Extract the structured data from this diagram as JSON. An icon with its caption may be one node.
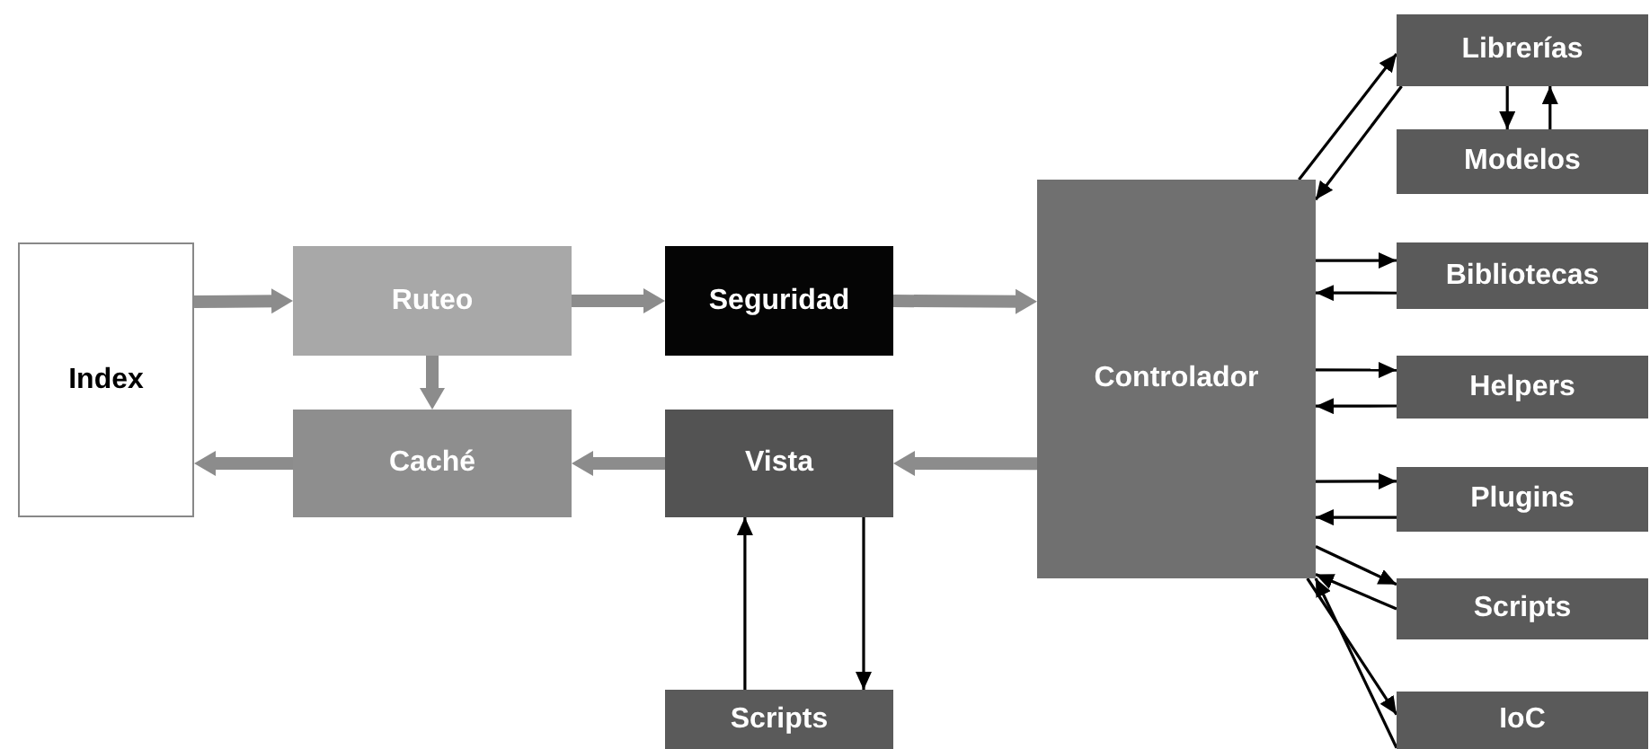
{
  "diagram": {
    "nodes": [
      {
        "text": [
          "Index"
        ]
      },
      {
        "text": [
          "Ruteo"
        ]
      },
      {
        "text": [
          "Seguridad"
        ]
      },
      {
        "text": [
          "Caché"
        ]
      },
      {
        "text": [
          "Vista"
        ]
      },
      {
        "text": [
          "Controlador"
        ]
      },
      {
        "text": [
          "Librerías"
        ]
      },
      {
        "text": [
          "Modelos"
        ]
      },
      {
        "text": [
          "Bibliotecas"
        ]
      },
      {
        "text": [
          "Helpers"
        ]
      },
      {
        "text": [
          "Plugins"
        ]
      },
      {
        "text": [
          "Scripts"
        ]
      },
      {
        "text": [
          "IoC"
        ]
      },
      {
        "text": [
          "Scripts"
        ]
      }
    ],
    "edges": [
      {
        "from": 0,
        "to": 1,
        "arrow": "to",
        "style": "thick",
        "color": "#8c8c8c"
      },
      {
        "from": 1,
        "to": 2,
        "arrow": "to",
        "style": "thick",
        "color": "#8c8c8c"
      },
      {
        "from": 2,
        "to": 5,
        "arrow": "to",
        "style": "thick",
        "color": "#8c8c8c"
      },
      {
        "from": 1,
        "to": 3,
        "arrow": "to",
        "style": "thick",
        "color": "#8c8c8c"
      },
      {
        "from": 5,
        "to": 4,
        "arrow": "to",
        "style": "thick",
        "color": "#8c8c8c"
      },
      {
        "from": 4,
        "to": 3,
        "arrow": "to",
        "style": "thick",
        "color": "#8c8c8c"
      },
      {
        "from": 3,
        "to": 0,
        "arrow": "to",
        "style": "thick",
        "color": "#8c8c8c"
      },
      {
        "from": 5,
        "to": 6,
        "arrow": "to"
      },
      {
        "from": 6,
        "to": 5,
        "arrow": "to"
      },
      {
        "from": 6,
        "to": 7,
        "arrow": "to"
      },
      {
        "from": 7,
        "to": 6,
        "arrow": "to"
      },
      {
        "from": 5,
        "to": 8,
        "arrow": "to"
      },
      {
        "from": 8,
        "to": 5,
        "arrow": "to"
      },
      {
        "from": 5,
        "to": 9,
        "arrow": "to"
      },
      {
        "from": 9,
        "to": 5,
        "arrow": "to"
      },
      {
        "from": 5,
        "to": 10,
        "arrow": "to"
      },
      {
        "from": 10,
        "to": 5,
        "arrow": "to"
      },
      {
        "from": 5,
        "to": 11,
        "arrow": "to"
      },
      {
        "from": 11,
        "to": 5,
        "arrow": "to"
      },
      {
        "from": 5,
        "to": 12,
        "arrow": "to"
      },
      {
        "from": 12,
        "to": 5,
        "arrow": "to"
      },
      {
        "from": 13,
        "to": 4,
        "arrow": "to"
      },
      {
        "from": 4,
        "to": 13,
        "arrow": "to"
      }
    ]
  }
}
